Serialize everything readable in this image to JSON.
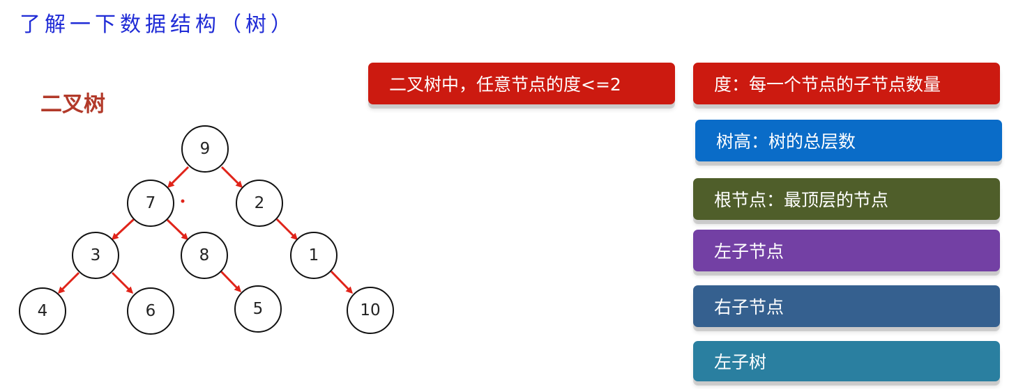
{
  "page": {
    "title": "了解一下数据结构（树）",
    "section_label": "二叉树"
  },
  "tree": {
    "nodes": [
      {
        "id": "n9",
        "label": "9"
      },
      {
        "id": "n7",
        "label": "7"
      },
      {
        "id": "n2",
        "label": "2"
      },
      {
        "id": "n3",
        "label": "3"
      },
      {
        "id": "n8",
        "label": "8"
      },
      {
        "id": "n1",
        "label": "1"
      },
      {
        "id": "n4",
        "label": "4"
      },
      {
        "id": "n6",
        "label": "6"
      },
      {
        "id": "n5",
        "label": "5"
      },
      {
        "id": "n10",
        "label": "10"
      }
    ],
    "edge_color": "#e0241a"
  },
  "cards": [
    {
      "text": "二叉树中，任意节点的度<=2",
      "color": "#cc1a10"
    },
    {
      "text": "度：每一个节点的子节点数量",
      "color": "#cc1a10"
    },
    {
      "text": "树高：树的总层数",
      "color": "#0a6cc8"
    },
    {
      "text": "根节点：最顶层的节点",
      "color": "#4f5e2a"
    },
    {
      "text": "左子节点",
      "color": "#7340a4"
    },
    {
      "text": "右子节点",
      "color": "#35608f"
    },
    {
      "text": "左子树",
      "color": "#2a7fa0"
    }
  ]
}
